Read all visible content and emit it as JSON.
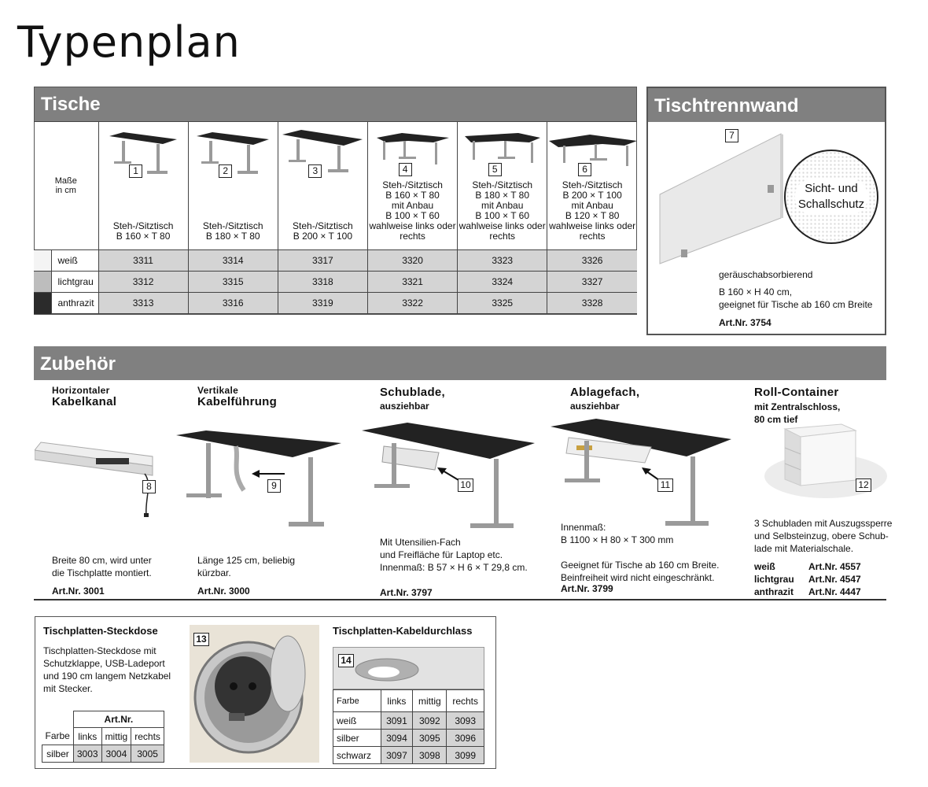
{
  "page_title": "Typenplan",
  "tische": {
    "header": "Tische",
    "masse_label": "Maße\nin cm",
    "products": [
      {
        "num": "1",
        "desc": "Steh-/Sitztisch\nB 160 × T 80"
      },
      {
        "num": "2",
        "desc": "Steh-/Sitztisch\nB 180 × T 80"
      },
      {
        "num": "3",
        "desc": "Steh-/Sitztisch\nB 200 × T 100"
      },
      {
        "num": "4",
        "desc": "Steh-/Sitztisch\nB 160 × T 80\nmit Anbau\nB 100 × T 60\nwahlweise links oder\nrechts"
      },
      {
        "num": "5",
        "desc": "Steh-/Sitztisch\nB 180 × T 80\nmit Anbau\nB 100 × T 60\nwahlweise links oder\nrechts"
      },
      {
        "num": "6",
        "desc": "Steh-/Sitztisch\nB 200 × T 100\nmit Anbau\nB 120 × T 80\nwahlweise links oder\nrechts"
      }
    ],
    "rows": [
      {
        "color_name": "weiß",
        "swatch": "#f4f4f4",
        "values": [
          "3311",
          "3314",
          "3317",
          "3320",
          "3323",
          "3326"
        ]
      },
      {
        "color_name": "lichtgrau",
        "swatch": "#bdbdbd",
        "values": [
          "3312",
          "3315",
          "3318",
          "3321",
          "3324",
          "3327"
        ]
      },
      {
        "color_name": "anthrazit",
        "swatch": "#2b2b2b",
        "values": [
          "3313",
          "3316",
          "3319",
          "3322",
          "3325",
          "3328"
        ]
      }
    ]
  },
  "trennwand": {
    "header": "Tischtrennwand",
    "num": "7",
    "badge": "Sicht- und\nSchallschutz",
    "line1": "geräuschabsorbierend",
    "line2": "B 160 × H 40 cm,",
    "line3": "geeignet für Tische ab 160 cm Breite",
    "art": "Art.Nr. 3754"
  },
  "zubehoer": {
    "header": "Zubehör",
    "items": [
      {
        "h1": "Horizontaler",
        "h2": "Kabelkanal",
        "num": "8",
        "text": "Breite 80 cm, wird unter\ndie Tischplatte montiert.",
        "art": "Art.Nr. 3001"
      },
      {
        "h1": "Vertikale",
        "h2": "Kabelführung",
        "num": "9",
        "text": "Länge 125 cm, beliebig\nkürzbar.",
        "art": "Art.Nr. 3000"
      },
      {
        "h1": "Schublade,",
        "h2": "ausziehbar",
        "num": "10",
        "text": "Mit Utensilien-Fach\nund Freifläche für Laptop etc.\nInnenmaß: B 57 × H 6 × T 29,8 cm.",
        "art": "Art.Nr. 3797"
      },
      {
        "h1": "Ablagefach,",
        "h2": "ausziehbar",
        "num": "11",
        "text": "Innenmaß:\nB 1100 × H 80 × T 300 mm\n\nGeeignet für Tische ab 160 cm Breite.\nBeinfreiheit wird nicht eingeschränkt.",
        "art": "Art.Nr. 3799"
      },
      {
        "h1": "Roll-Container",
        "h2": "mit Zentralschloss,\n80 cm tief",
        "num": "12",
        "text": "3 Schubladen mit Auszugssperre\nund Selbsteinzug, obere Schub-\nlade mit Materialschale.",
        "arts": [
          {
            "c": "weiß",
            "a": "Art.Nr. 4557"
          },
          {
            "c": "lichtgrau",
            "a": "Art.Nr. 4547"
          },
          {
            "c": "anthrazit",
            "a": "Art.Nr. 4447"
          }
        ]
      }
    ]
  },
  "steckdose": {
    "title": "Tischplatten-Steckdose",
    "text": "Tischplatten-Steckdose mit\nSchutzklappe, USB-Ladeport\nund 190 cm langem Netzkabel\nmit Stecker.",
    "num": "13",
    "artnr": "Art.Nr.",
    "farbe": "Farbe",
    "cols": [
      "links",
      "mittig",
      "rechts"
    ],
    "row": {
      "c": "silber",
      "v": [
        "3003",
        "3004",
        "3005"
      ]
    }
  },
  "durchlass": {
    "title": "Tischplatten-Kabeldurchlass",
    "num": "14",
    "farbe": "Farbe",
    "cols": [
      "links",
      "mittig",
      "rechts"
    ],
    "rows": [
      {
        "c": "weiß",
        "v": [
          "3091",
          "3092",
          "3093"
        ]
      },
      {
        "c": "silber",
        "v": [
          "3094",
          "3095",
          "3096"
        ]
      },
      {
        "c": "schwarz",
        "v": [
          "3097",
          "3098",
          "3099"
        ]
      }
    ]
  },
  "colors": {
    "band": "#808080",
    "cell": "#d4d4d4",
    "desk": "#222222",
    "leg": "#9a9a9a"
  }
}
